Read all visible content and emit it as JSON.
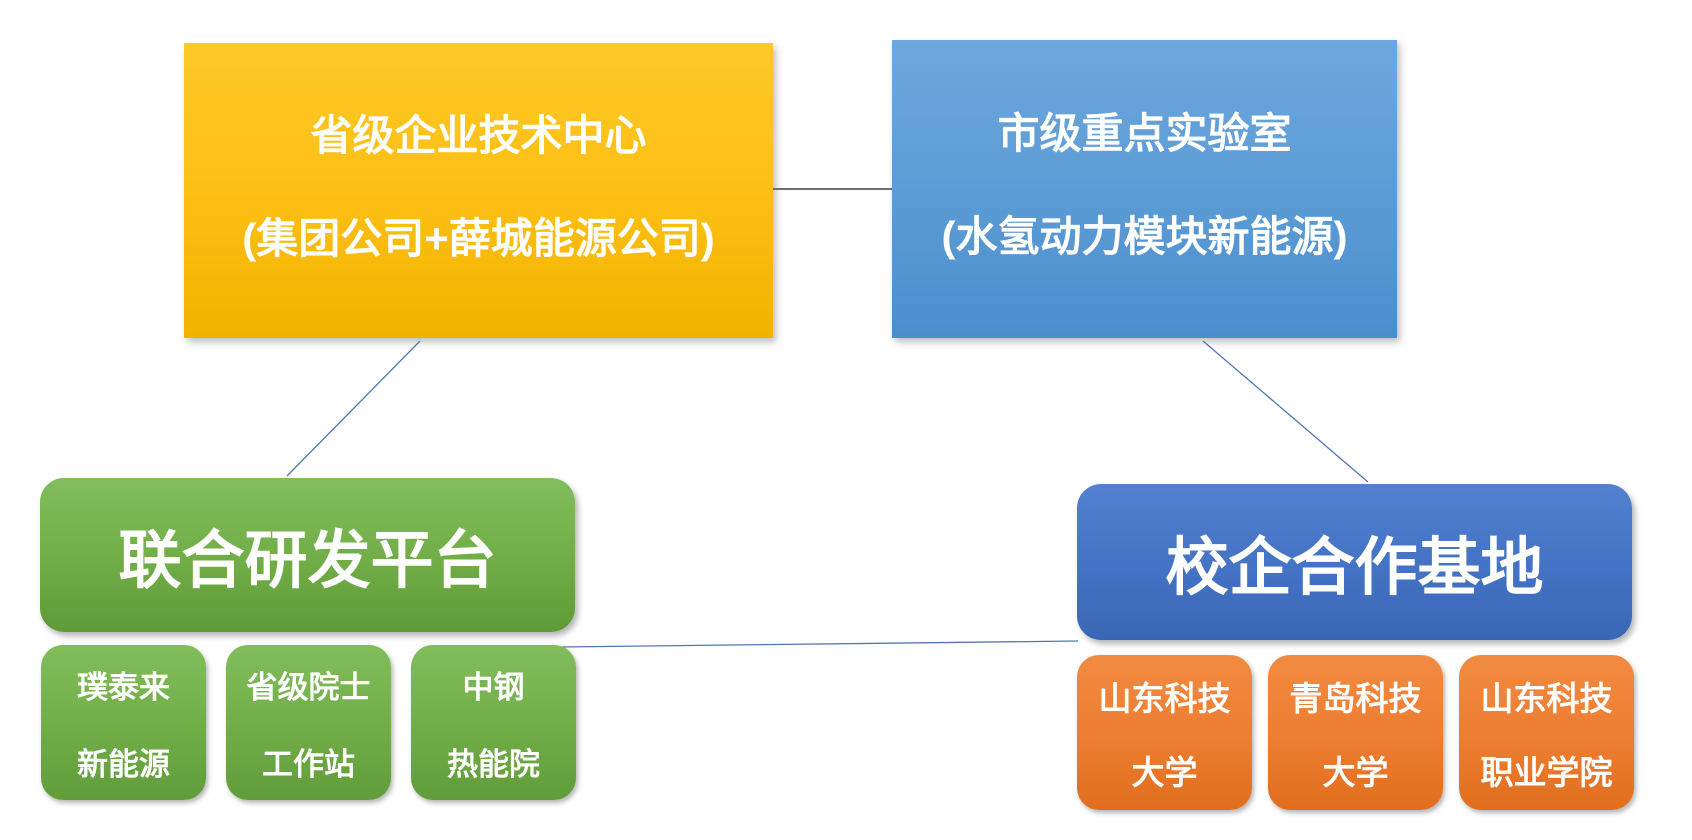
{
  "palette": {
    "gold": "#FFC000",
    "light_blue": "#5B9BD5",
    "green": "#70AD47",
    "dark_blue": "#4472C4",
    "orange": "#ED7D31",
    "text": "#FFFFFF",
    "connector_dark": "#3F3F3F",
    "connector_blue": "#5577B5"
  },
  "nodes": {
    "provincial_tech_center": {
      "line1": "省级企业技术中心",
      "line2": "(集团公司+薛城能源公司)"
    },
    "municipal_key_lab": {
      "line1": "市级重点实验室",
      "line2": "(水氢动力模块新能源)"
    },
    "joint_rd_platform": {
      "label": "联合研发平台"
    },
    "school_enterprise_base": {
      "label": "校企合作基地"
    },
    "green_children": [
      {
        "line1": "璞泰来",
        "line2": "新能源"
      },
      {
        "line1": "省级院士",
        "line2": "工作站"
      },
      {
        "line1": "中钢",
        "line2": "热能院"
      }
    ],
    "orange_children": [
      {
        "line1": "山东科技",
        "line2": "大学"
      },
      {
        "line1": "青岛科技",
        "line2": "大学"
      },
      {
        "line1": "山东科技",
        "line2": "职业学院"
      }
    ]
  }
}
